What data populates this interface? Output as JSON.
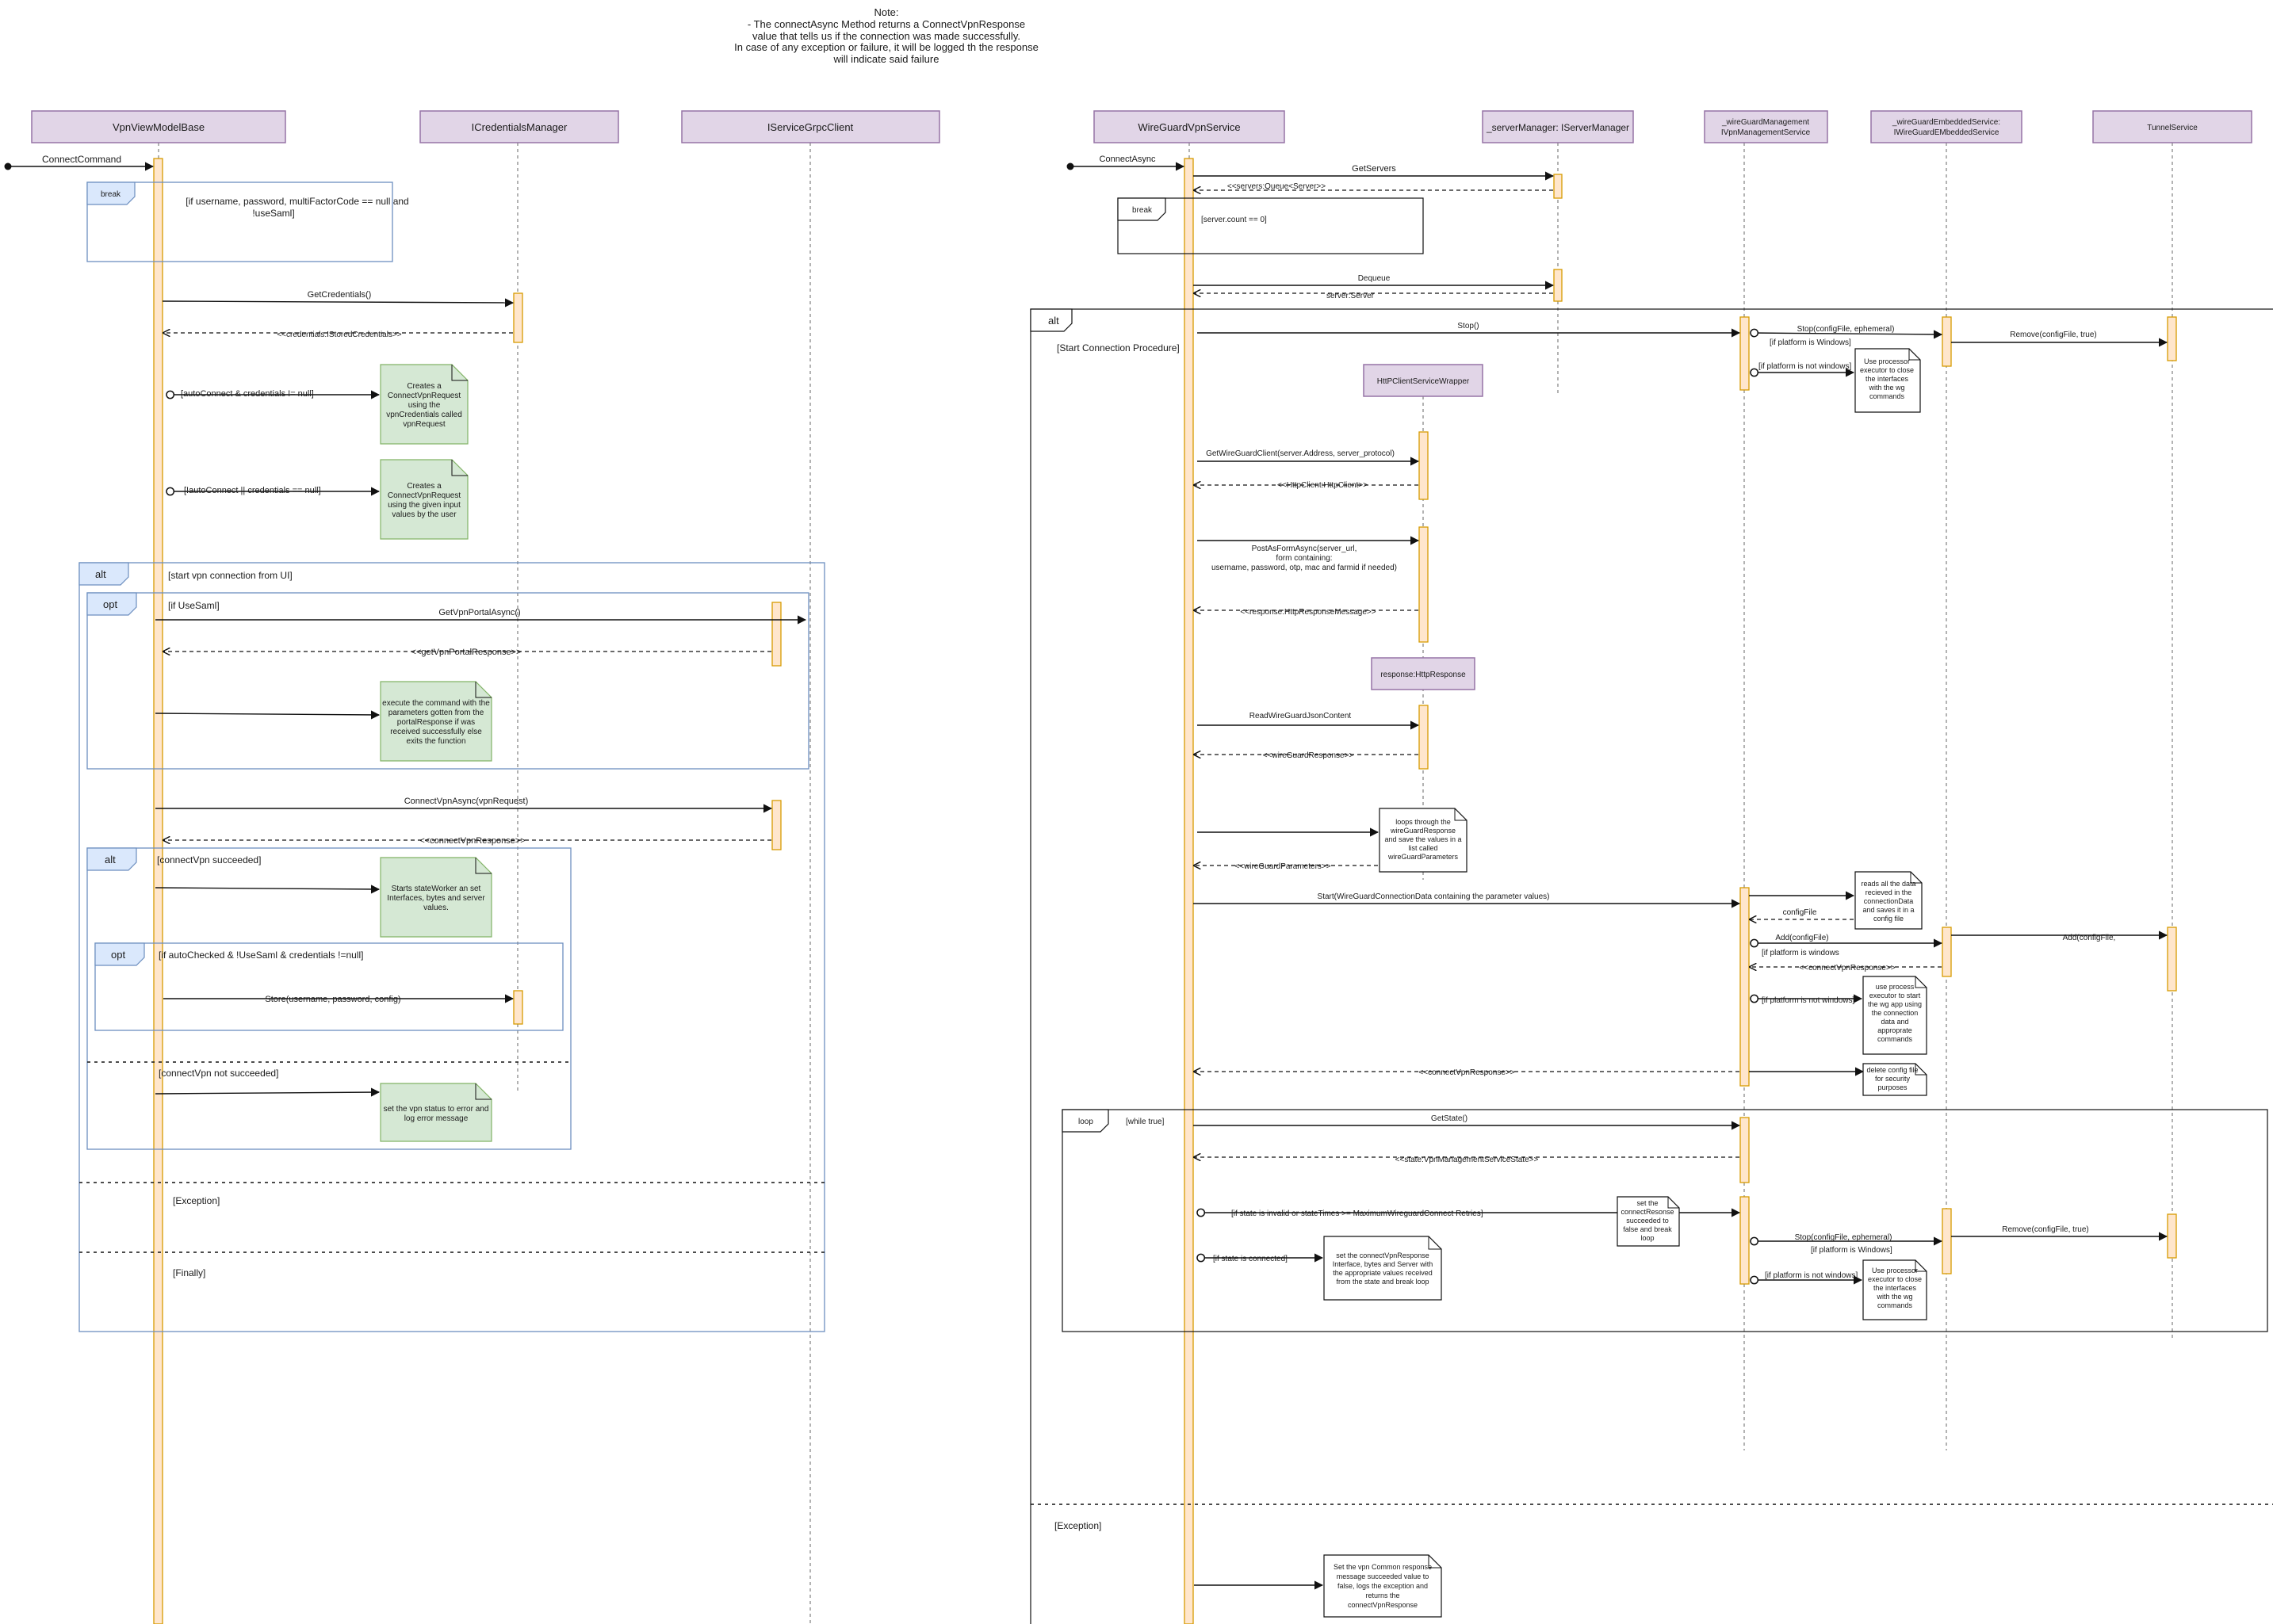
{
  "header_note": [
    "Note:",
    "- The connectAsync Method returns a ConnectVpnResponse",
    "value that tells us if the connection was made successfully.",
    "In case of any exception or failure, it will be logged th the response",
    "will indicate said failure"
  ],
  "lifelines": [
    {
      "id": "vpnvm",
      "label": [
        "VpnViewModelBase"
      ]
    },
    {
      "id": "icred",
      "label": [
        "ICredentialsManager"
      ]
    },
    {
      "id": "igrpc",
      "label": [
        "IServiceGrpcClient"
      ]
    },
    {
      "id": "wgsvc",
      "label": [
        "WireGuardVpnService"
      ]
    },
    {
      "id": "srvmgr",
      "label": [
        "_serverManager: IServerManager"
      ]
    },
    {
      "id": "wgmgmt",
      "label": [
        "_wireGuardManagement",
        "IVpnManagementService"
      ]
    },
    {
      "id": "wgemb",
      "label": [
        "_wireGuardEmbeddedService:",
        "IWireGuardEMbeddedService"
      ]
    },
    {
      "id": "tunnel",
      "label": [
        "TunnelService"
      ]
    },
    {
      "id": "httpwrap",
      "label": [
        "HttPClientServiceWrapper"
      ]
    },
    {
      "id": "httpresp",
      "label": [
        "response:HttpResponse"
      ]
    }
  ],
  "frames": [
    {
      "id": "f_break1",
      "tag": "break",
      "guard": [
        "[if username, password, multiFactorCode == null and",
        "!useSaml]"
      ]
    },
    {
      "id": "f_alt1",
      "tag": "alt",
      "guard": [
        "[start vpn connection from UI]"
      ]
    },
    {
      "id": "f_opt1",
      "tag": "opt",
      "guard": [
        "[if UseSaml]"
      ]
    },
    {
      "id": "f_alt2",
      "tag": "alt",
      "guard": [
        "[connectVpn succeeded]"
      ]
    },
    {
      "id": "f_opt2",
      "tag": "opt",
      "guard": [
        "[if autoChecked & !UseSaml & credentials !=null]"
      ]
    },
    {
      "id": "f_break2",
      "tag": "break",
      "guard": [
        "[server.count == 0]"
      ]
    },
    {
      "id": "f_alt3",
      "tag": "alt",
      "guard": [
        "[Start Connection Procedure]"
      ]
    },
    {
      "id": "f_loop",
      "tag": "loop",
      "guard": [
        "[while true]"
      ]
    }
  ],
  "section_labels": {
    "alt2_else": "[connectVpn not succeeded]",
    "alt1_exception": "[Exception]",
    "alt1_finally": "[Finally]",
    "alt3_exception": "[Exception]"
  },
  "messages": {
    "connect_command": "ConnectCommand",
    "get_credentials": "GetCredentials()",
    "credentials_ret": "<<credentials:IStoredCredentials>>",
    "auto_connect_true": "[autoConnect & credentials != null]",
    "auto_connect_false": "[!autoConnect || credentials == null]",
    "get_portal": "GetVpnPortalAsync()",
    "get_portal_ret": "<<getVpnPortalResponse>>",
    "connect_vpn_async": "ConnectVpnAsync(vpnRequest)",
    "connect_vpn_ret": "<<connectVpnResponse>>",
    "store": "Store(username, password, config)",
    "connect_async": "ConnectAsync",
    "get_servers": "GetServers",
    "servers_ret": "<<servers:Queue<Server>>",
    "dequeue": "Dequeue",
    "server_ret": "server:Server",
    "stop": "Stop()",
    "stop_config": "Stop(configFile, ephemeral)",
    "platform_windows": "[if platform is Windows]",
    "remove": "Remove(configFile, true)",
    "platform_not_windows": "[if platform is not windows]",
    "get_wg_client": "GetWireGuardClient(server.Address, server_protocol)",
    "http_client_ret": "<<HttpClient:HttpClient>>",
    "post_form": [
      "PostAsFormAsync(server_url,",
      "form containing:",
      "username, password, otp, mac and farmid if needed)"
    ],
    "response_ret": "<<response:HttpResponseMessage>>",
    "read_json": "ReadWireGuardJsonContent",
    "wg_response_ret": "<<wireGuardResponse>>",
    "wg_params_ret": "<<wireGuardParameters>>",
    "start": "Start(WireGuardConnectionData containing the parameter values)",
    "config_file": "configFile",
    "add": "Add(configFile)",
    "platform_windows_lower": "[if platform is windows",
    "connect_vpn_resp_ret": "<<connectVpnResponse>>",
    "add_tunnel": "Add(configFile,",
    "connect_vpn_resp_final": "<<connectVpnResponse>>",
    "get_state": "GetState()",
    "state_ret": "<<state:VpnManagementServiceState>>",
    "state_invalid": "[if state is invalid or stateTimes >= MaximumWireguardConnect Retries]",
    "state_connected": "[if state is connected]",
    "stop_config2": "Stop(configFile, ephemeral)",
    "platform_windows2": "[if platform is Windows]",
    "remove2": "Remove(configFile, true)",
    "platform_not_windows2": "[if platform is not windows]",
    "platform_not_windows3": "[if platform is not windows]"
  },
  "notes": {
    "n_creates_creds": [
      "Creates a",
      "ConnectVpnRequest",
      "using the",
      "vpnCredentials called",
      "vpnRequest"
    ],
    "n_creates_input": [
      "Creates a",
      "ConnectVpnRequest",
      "using the given input",
      "values by the user"
    ],
    "n_execute": [
      "execute the command with the",
      "parameters gotten from the",
      "portalResponse if was",
      "received successfully else",
      "exits the function"
    ],
    "n_starts_worker": [
      "Starts stateWorker an set",
      "Interfaces, bytes and server",
      "values."
    ],
    "n_set_error": [
      "set the vpn status to error and",
      "log error message"
    ],
    "n_use_processor1": [
      "Use processor",
      "executor to close",
      "the interfaces",
      "with the wg",
      "commands"
    ],
    "n_loops": [
      "loops through the",
      "wireGuardResponse",
      "and save the values in a",
      "list called",
      "wireGuardParameters"
    ],
    "n_reads_data": [
      "reads all the data",
      "recieved in the",
      "connectionData",
      "and saves it in a",
      "config file"
    ],
    "n_use_process_start": [
      "use process",
      "executor to start",
      "the wg app using",
      "the connection",
      "data and",
      "approprate",
      "commands"
    ],
    "n_delete_config": [
      "delete config file",
      "for security",
      "purposes"
    ],
    "n_set_resonse": [
      "set the",
      "connectResonse",
      "succeeded to",
      "false and break",
      "loop"
    ],
    "n_set_connect": [
      "set the connectVpnResponse",
      "Interface, bytes and Server with",
      "the appropriate values received",
      "from the state and break loop"
    ],
    "n_use_processor2": [
      "Use processor",
      "executor to close",
      "the interfaces",
      "with the wg",
      "commands"
    ],
    "n_exception": [
      "Set the vpn Common response",
      "message succeeded value to",
      "false, logs the exception and",
      "returns the",
      "connectVpnResponse"
    ]
  },
  "colors": {
    "lifeline_fill": "#e1d5e7",
    "lifeline_stroke": "#9673a6",
    "activation_fill": "#ffe6cc",
    "activation_stroke": "#d79b00",
    "note_green": "#d5e8d4",
    "frame_blue": "#6c8ebf"
  }
}
